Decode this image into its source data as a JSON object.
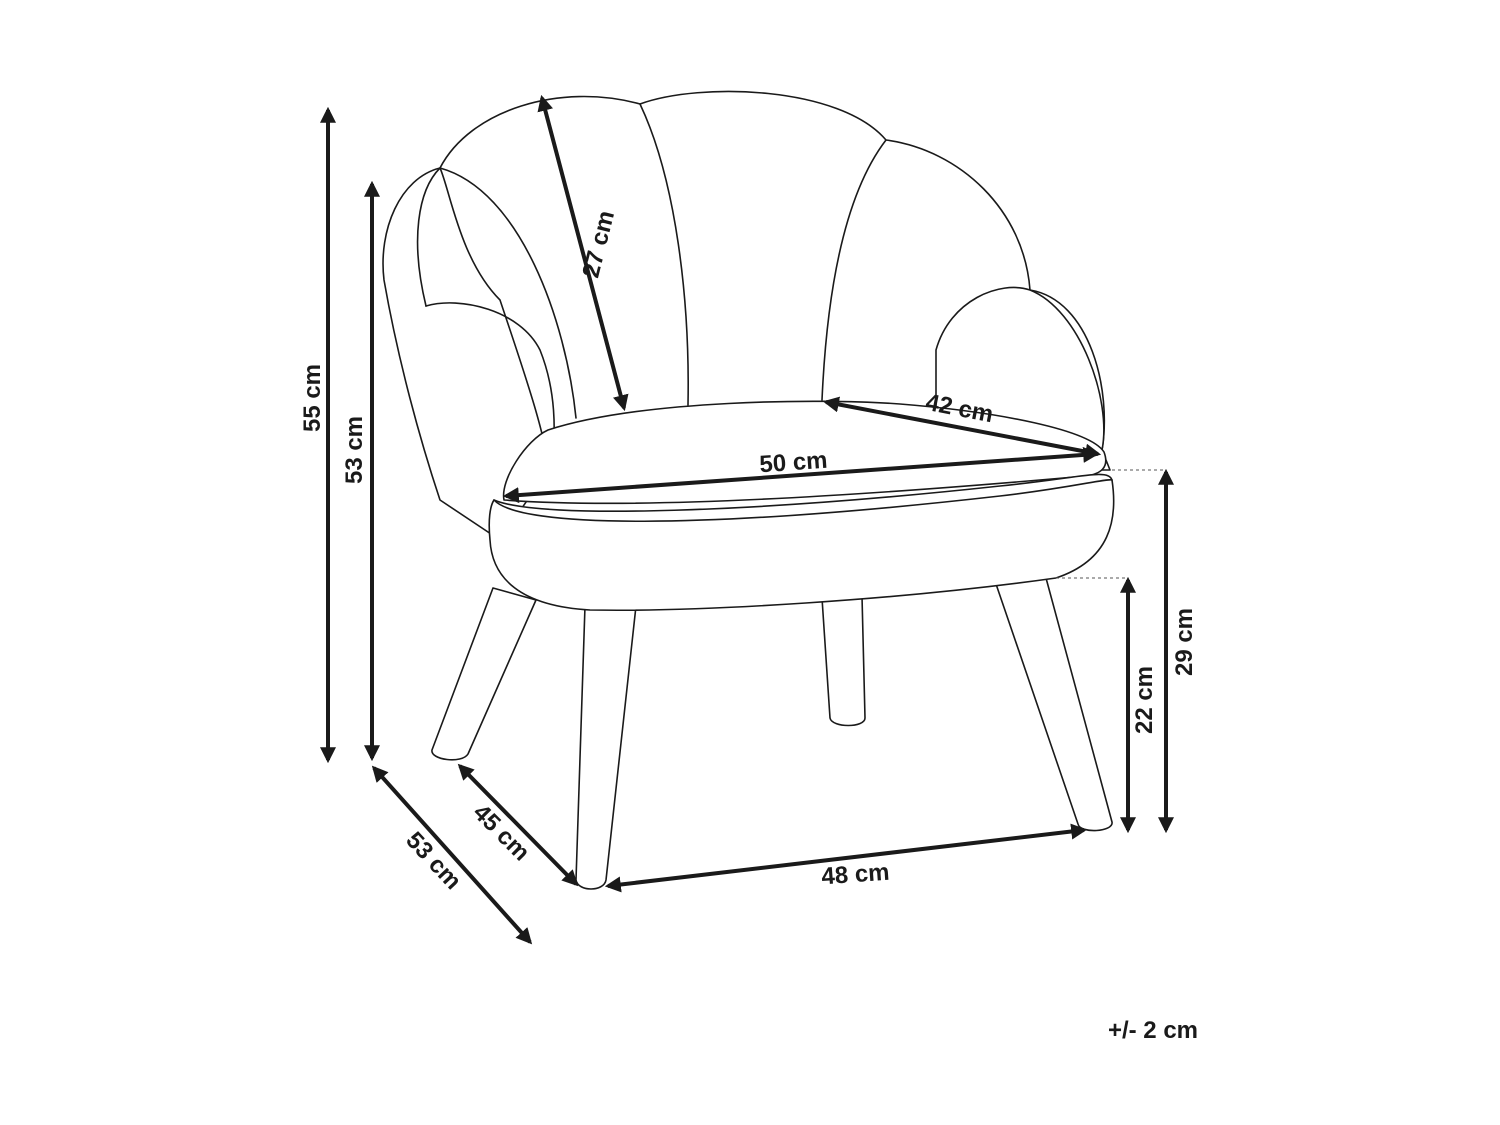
{
  "dimensions": {
    "overall_height": "55 cm",
    "back_height": "53 cm",
    "backrest_height": "27 cm",
    "seat_depth": "42 cm",
    "seat_width": "50 cm",
    "seat_height": "29 cm",
    "leg_height": "22 cm",
    "leg_depth": "45 cm",
    "overall_depth": "53 cm",
    "leg_width": "48 cm"
  },
  "tolerance": "+/- 2 cm",
  "colors": {
    "line": "#1a1a1a",
    "background": "#ffffff"
  }
}
